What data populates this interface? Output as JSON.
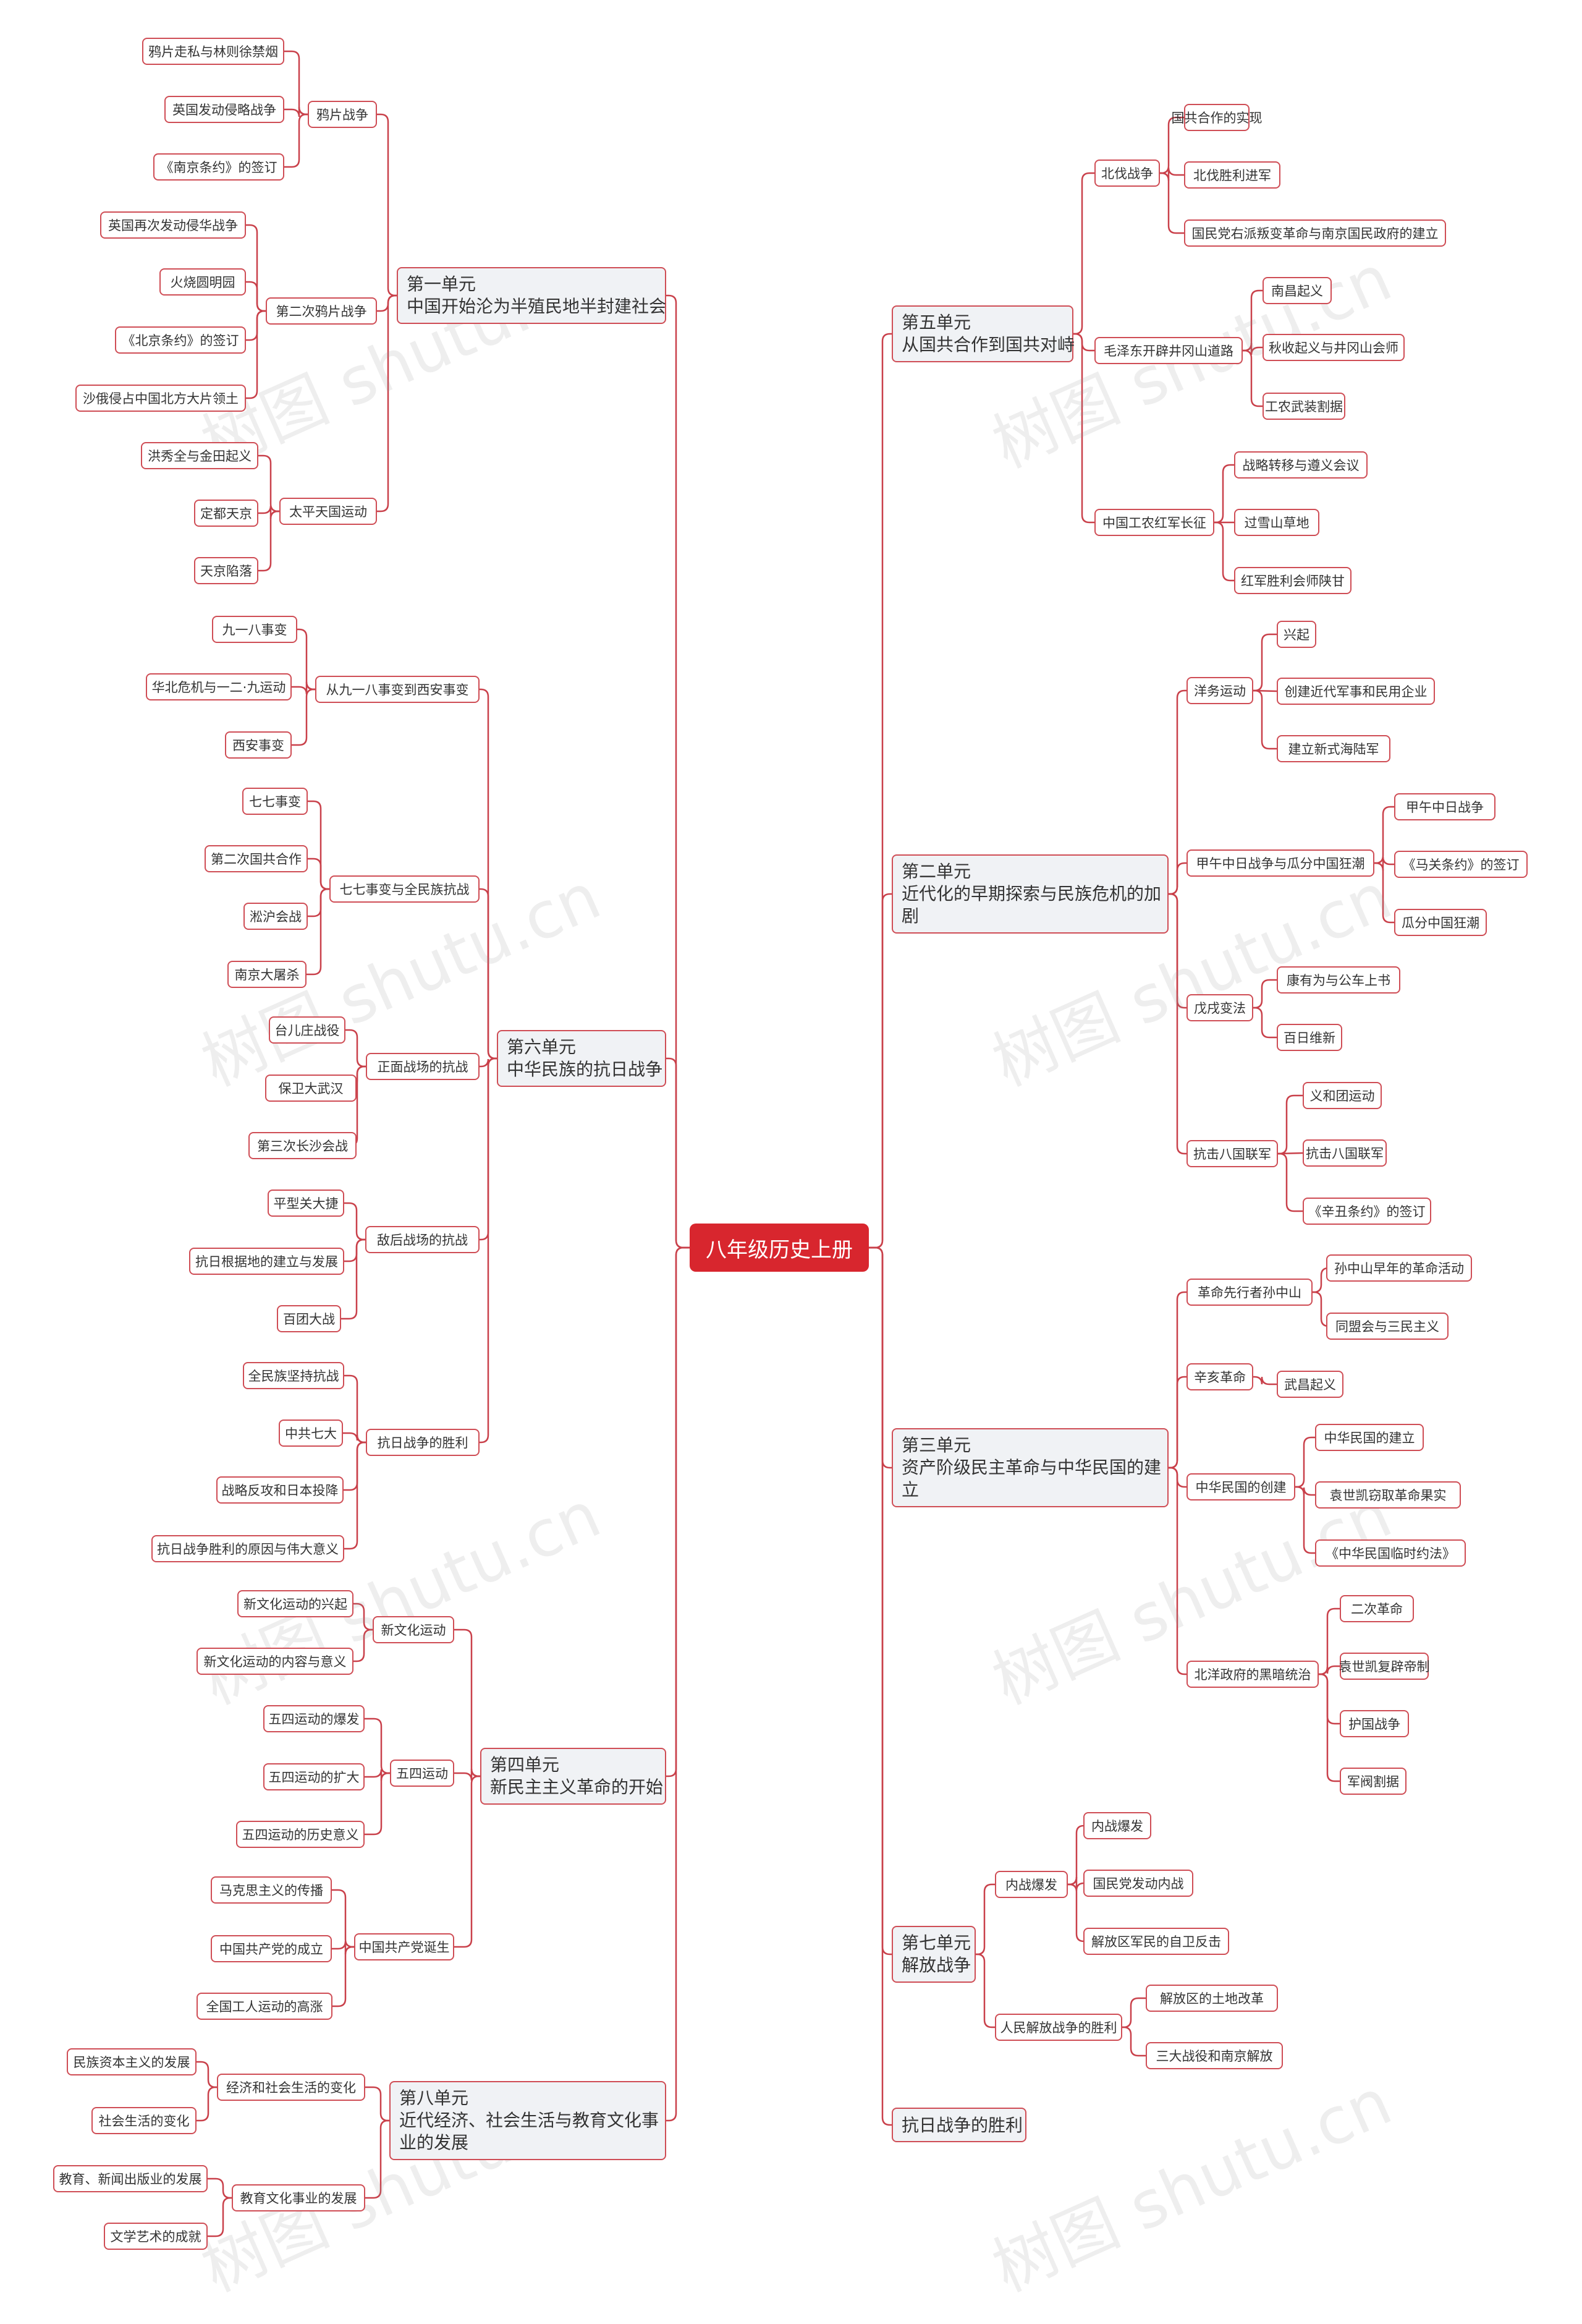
{
  "root": "八年级历史上册",
  "watermark": "树图 shutu.cn",
  "colors": {
    "root": "#d8262e",
    "line": "#c9404a",
    "unit_fill": "#f0f2f5"
  },
  "left": [
    {
      "lines": [
        "第一单元",
        "中国开始沦为半殖民地半封建社会"
      ],
      "children": [
        {
          "label": "鸦片战争",
          "children": [
            "鸦片走私与林则徐禁烟",
            "英国发动侵略战争",
            "《南京条约》的签订"
          ]
        },
        {
          "label": "第二次鸦片战争",
          "children": [
            "英国再次发动侵华战争",
            "火烧圆明园",
            "《北京条约》的签订",
            "沙俄侵占中国北方大片领土"
          ]
        },
        {
          "label": "太平天国运动",
          "children": [
            "洪秀全与金田起义",
            "定都天京",
            "天京陷落"
          ]
        }
      ]
    },
    {
      "lines": [
        "第六单元",
        "中华民族的抗日战争"
      ],
      "children": [
        {
          "label": "从九一八事变到西安事变",
          "children": [
            "九一八事变",
            "华北危机与一二·九运动",
            "西安事变"
          ]
        },
        {
          "label": "七七事变与全民族抗战",
          "children": [
            "七七事变",
            "第二次国共合作",
            "淞沪会战",
            "南京大屠杀"
          ]
        },
        {
          "label": "正面战场的抗战",
          "children": [
            "台儿庄战役",
            "保卫大武汉",
            "第三次长沙会战"
          ]
        },
        {
          "label": "敌后战场的抗战",
          "children": [
            "平型关大捷",
            "抗日根据地的建立与发展",
            "百团大战"
          ]
        },
        {
          "label": "抗日战争的胜利",
          "children": [
            "全民族坚持抗战",
            "中共七大",
            "战略反攻和日本投降",
            "抗日战争胜利的原因与伟大意义"
          ]
        }
      ]
    },
    {
      "lines": [
        "第四单元",
        "新民主主义革命的开始"
      ],
      "children": [
        {
          "label": "新文化运动",
          "children": [
            "新文化运动的兴起",
            "新文化运动的内容与意义"
          ]
        },
        {
          "label": "五四运动",
          "children": [
            "五四运动的爆发",
            "五四运动的扩大",
            "五四运动的历史意义"
          ]
        },
        {
          "label": "中国共产党诞生",
          "children": [
            "马克思主义的传播",
            "中国共产党的成立",
            "全国工人运动的高涨"
          ]
        }
      ]
    },
    {
      "lines": [
        "第八单元",
        "近代经济、社会生活与教育文化事",
        "业的发展"
      ],
      "children": [
        {
          "label": "经济和社会生活的变化",
          "children": [
            "民族资本主义的发展",
            "社会生活的变化"
          ]
        },
        {
          "label": "教育文化事业的发展",
          "children": [
            "教育、新闻出版业的发展",
            "文学艺术的成就"
          ]
        }
      ]
    }
  ],
  "right": [
    {
      "lines": [
        "第五单元",
        "从国共合作到国共对峙"
      ],
      "children": [
        {
          "label": "北伐战争",
          "children": [
            "国共合作的实现",
            "北伐胜利进军",
            "国民党右派叛变革命与南京国民政府的建立"
          ]
        },
        {
          "label": "毛泽东开辟井冈山道路",
          "children": [
            "南昌起义",
            "秋收起义与井冈山会师",
            "工农武装割据"
          ]
        },
        {
          "label": "中国工农红军长征",
          "children": [
            "战略转移与遵义会议",
            "过雪山草地",
            "红军胜利会师陕甘"
          ]
        }
      ]
    },
    {
      "lines": [
        "第二单元",
        "近代化的早期探索与民族危机的加",
        "剧"
      ],
      "children": [
        {
          "label": "洋务运动",
          "children": [
            "兴起",
            "创建近代军事和民用企业",
            "建立新式海陆军"
          ]
        },
        {
          "label": "甲午中日战争与瓜分中国狂潮",
          "children": [
            "甲午中日战争",
            "《马关条约》的签订",
            "瓜分中国狂潮"
          ]
        },
        {
          "label": "戊戌变法",
          "children": [
            "康有为与公车上书",
            "百日维新"
          ]
        },
        {
          "label": "抗击八国联军",
          "children": [
            "义和团运动",
            "抗击八国联军",
            "《辛丑条约》的签订"
          ]
        }
      ]
    },
    {
      "lines": [
        "第三单元",
        "资产阶级民主革命与中华民国的建",
        "立"
      ],
      "children": [
        {
          "label": "革命先行者孙中山",
          "children": [
            "孙中山早年的革命活动",
            "同盟会与三民主义"
          ]
        },
        {
          "label": "辛亥革命",
          "children": [
            "武昌起义"
          ]
        },
        {
          "label": "中华民国的创建",
          "children": [
            "中华民国的建立",
            "袁世凯窃取革命果实",
            "《中华民国临时约法》"
          ]
        },
        {
          "label": "北洋政府的黑暗统治",
          "children": [
            "二次革命",
            "袁世凯复辟帝制",
            "护国战争",
            "军阀割据"
          ]
        }
      ]
    },
    {
      "lines": [
        "第七单元",
        "解放战争"
      ],
      "children": [
        {
          "label": "内战爆发",
          "children": [
            "内战爆发",
            "国民党发动内战",
            "解放区军民的自卫反击"
          ]
        },
        {
          "label": "人民解放战争的胜利",
          "children": [
            "解放区的土地改革",
            "三大战役和南京解放"
          ]
        }
      ]
    },
    {
      "lines": [
        "抗日战争的胜利"
      ],
      "children": []
    }
  ]
}
